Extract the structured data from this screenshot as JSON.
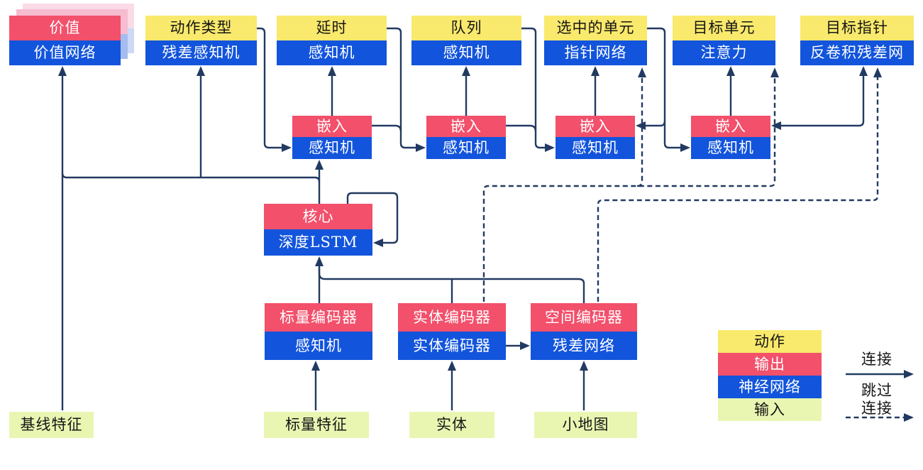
{
  "title": "AlphaStar-style agent architecture diagram (Chinese)",
  "nodes": {
    "value": {
      "top": "价值",
      "bottom": "价值网络"
    },
    "action_type": {
      "top": "动作类型",
      "bottom": "残差感知机"
    },
    "delay": {
      "top": "延时",
      "bottom": "感知机"
    },
    "queue": {
      "top": "队列",
      "bottom": "感知机"
    },
    "selected_units": {
      "top": "选中的单元",
      "bottom": "指针网络"
    },
    "target_unit": {
      "top": "目标单元",
      "bottom": "注意力"
    },
    "target_pointer": {
      "top": "目标指针",
      "bottom": "反卷积残差网"
    },
    "embed": {
      "top": "嵌入",
      "bottom": "感知机"
    },
    "core": {
      "top": "核心",
      "bottom": "深度LSTM"
    },
    "scalar_encoder": {
      "top": "标量编码器",
      "bottom": "感知机"
    },
    "entity_encoder": {
      "top": "实体编码器",
      "bottom": "实体编码器"
    },
    "spatial_encoder": {
      "top": "空间编码器",
      "bottom": "残差网络"
    },
    "baseline_features": {
      "label": "基线特征"
    },
    "scalar_features": {
      "label": "标量特征"
    },
    "entities": {
      "label": "实体"
    },
    "minimap": {
      "label": "小地图"
    }
  },
  "legend": {
    "action": "动作",
    "output": "输出",
    "neural_network": "神经网络",
    "input": "输入",
    "connection": "连接",
    "skip_line1": "跳过",
    "skip_line2": "连接"
  },
  "colors": {
    "action_yellow": "#F9E96C",
    "output_pink": "#F2506B",
    "network_blue": "#1254DC",
    "input_green": "#E9F6B2",
    "wire_navy": "#223A62"
  }
}
